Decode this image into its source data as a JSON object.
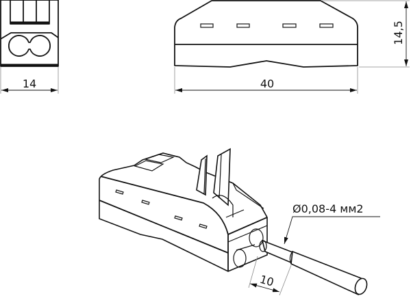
{
  "dimensions": {
    "front_width": "14",
    "side_length": "40",
    "height": "14,5",
    "strip_length": "10",
    "wire_cross_section": "Ø0,08-4 мм2"
  },
  "colors": {
    "line": "#111111",
    "dimension_line": "#888888"
  }
}
